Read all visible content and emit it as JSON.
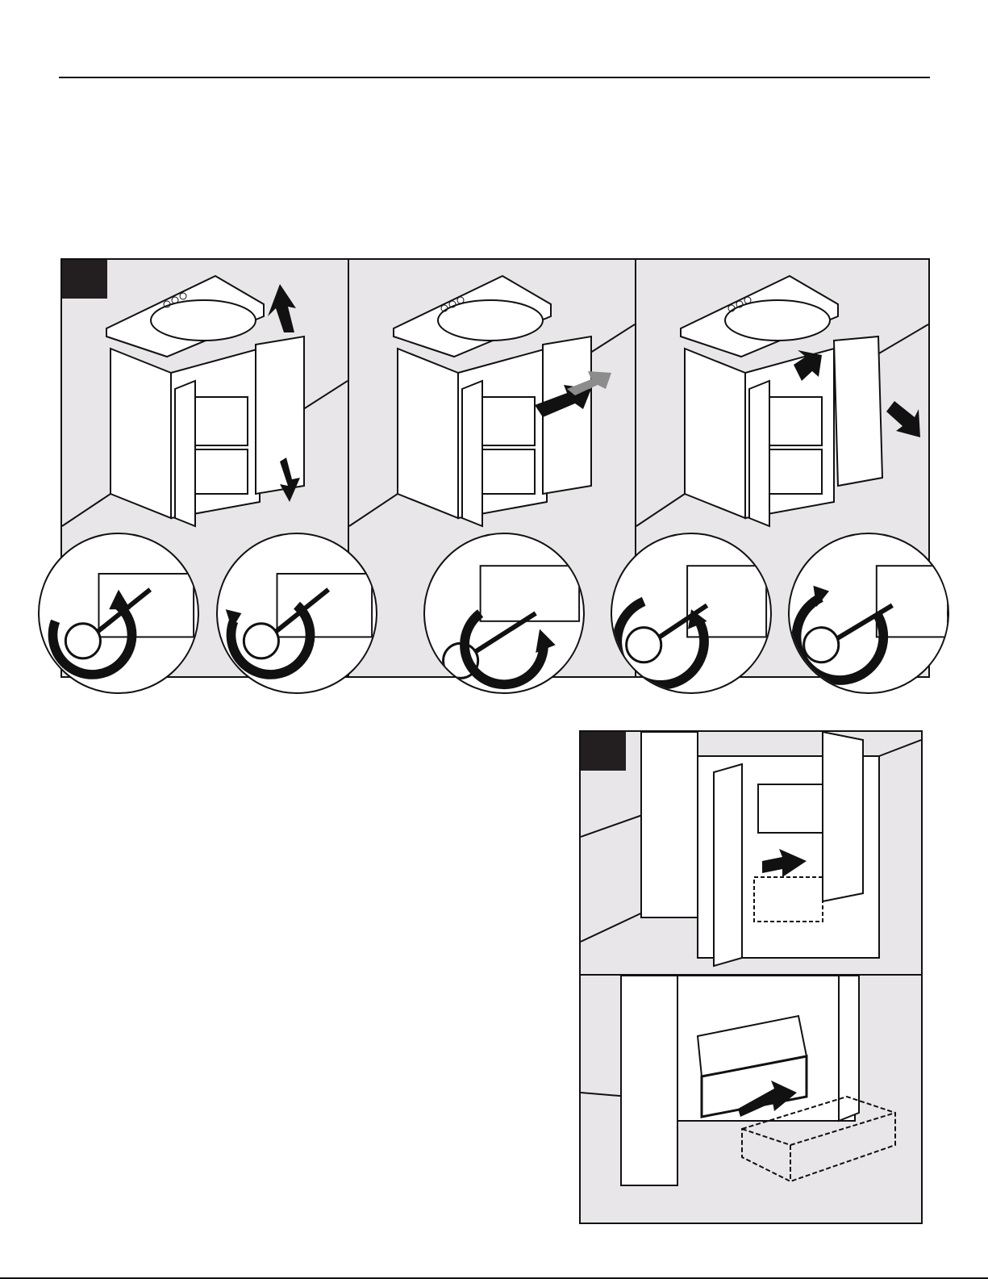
{
  "figures": {
    "step_a": {
      "panels": [
        "adjust-height",
        "adjust-depth",
        "adjust-side"
      ],
      "details": [
        "screw-up-left",
        "screw-up-right",
        "screw-depth",
        "screw-side-left",
        "screw-side-right"
      ]
    },
    "step_b": {
      "panels": [
        "remove-drawer-view",
        "drawer-pulled-view"
      ]
    }
  },
  "colors": {
    "background_panel": "#e8e6e9",
    "line": "#111111",
    "badge": "#231f20",
    "arrow_gray": "#8c8c8c"
  }
}
